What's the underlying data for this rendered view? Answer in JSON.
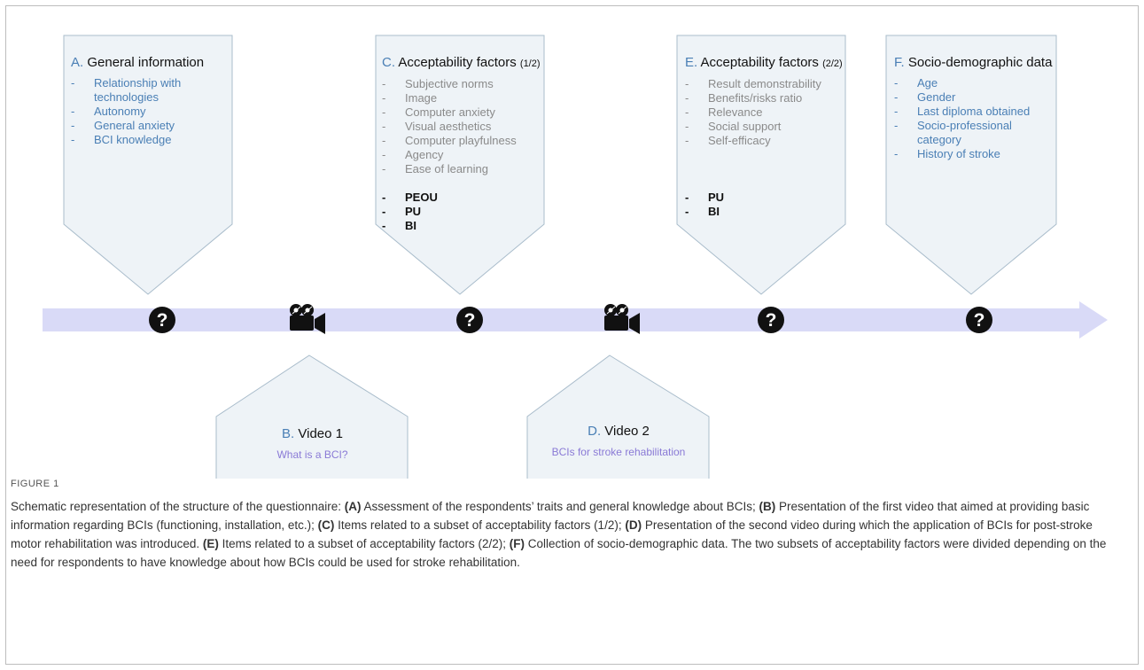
{
  "boxes": [
    {
      "letter": "A.",
      "title": "General information",
      "subtitle": "",
      "style": "blue",
      "items": [
        "Relationship with technologies",
        "Autonomy",
        "General anxiety",
        "BCI knowledge"
      ],
      "bold_items": []
    },
    {
      "letter": "C.",
      "title": "Acceptability factors",
      "subtitle": "(1/2)",
      "style": "grey",
      "items": [
        "Subjective norms",
        "Image",
        "Computer anxiety",
        "Visual aesthetics",
        "Computer playfulness",
        "Agency",
        "Ease of learning"
      ],
      "bold_items": [
        "PEOU",
        "PU",
        "BI"
      ]
    },
    {
      "letter": "E.",
      "title": "Acceptability factors",
      "subtitle": "(2/2)",
      "style": "grey",
      "items": [
        "Result demonstrability",
        "Benefits/risks ratio",
        "Relevance",
        "Social support",
        "Self-efficacy"
      ],
      "bold_items": [
        "PU",
        "BI"
      ]
    },
    {
      "letter": "F.",
      "title": "Socio-demographic data",
      "subtitle": "",
      "style": "blue",
      "items": [
        "Age",
        "Gender",
        "Last diploma obtained",
        "Socio-professional category",
        "History of stroke"
      ],
      "bold_items": []
    }
  ],
  "videos": [
    {
      "letter": "B.",
      "title": "Video 1",
      "description": "What is a BCI?"
    },
    {
      "letter": "D.",
      "title": "Video 2",
      "description": "BCIs for stroke rehabilitation"
    }
  ],
  "dash": "-",
  "timeline_icons": [
    "question-icon",
    "video-camera-icon",
    "question-icon",
    "video-camera-icon",
    "question-icon",
    "question-icon"
  ],
  "colors": {
    "box_fill": "#eef3f7",
    "box_stroke": "#a9bccb",
    "arrow": "#d9daf7",
    "blue_text": "#4a7fb5",
    "video_desc": "#8a7ad6"
  },
  "caption": {
    "label": "FIGURE 1",
    "intro": "Schematic representation of the structure of the questionnaire: ",
    "segments": [
      {
        "tag": "(A)",
        "text": " Assessment of the respondents’ traits and general knowledge about BCIs; "
      },
      {
        "tag": "(B)",
        "text": " Presentation of the first video that aimed at providing basic information regarding BCIs (functioning, installation, etc.); "
      },
      {
        "tag": "(C)",
        "text": " Items related to a subset of acceptability factors (1/2); "
      },
      {
        "tag": "(D)",
        "text": " Presentation of the second video during which the application of BCIs for post-stroke motor rehabilitation was introduced. "
      },
      {
        "tag": "(E)",
        "text": " Items related to a subset of acceptability factors (2/2); "
      },
      {
        "tag": "(F)",
        "text": " Collection of socio-demographic data. The two subsets of acceptability factors were divided depending on the need for respondents to have knowledge about how BCIs could be used for stroke rehabilitation."
      }
    ]
  }
}
